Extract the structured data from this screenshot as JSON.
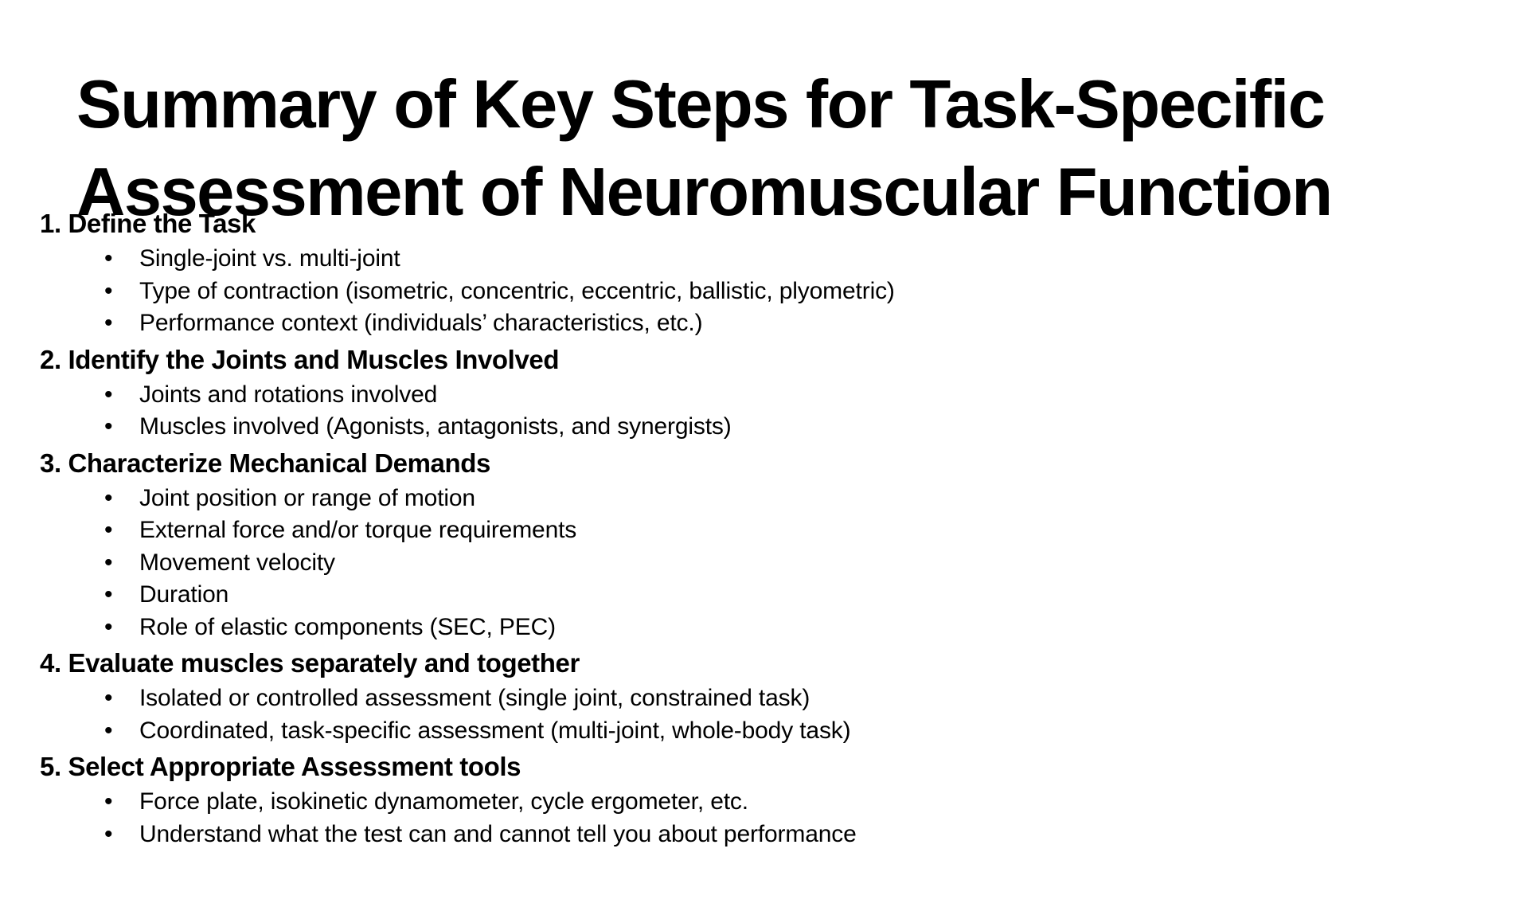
{
  "document": {
    "title": "Summary of Key Steps for Task-Specific Assessment of Neuromuscular Function",
    "background_color": "#ffffff",
    "text_color": "#000000",
    "bullet_glyph": "•"
  },
  "sections": [
    {
      "heading": "1. Define the Task",
      "bullets": [
        "Single-joint vs. multi-joint",
        "Type of contraction (isometric, concentric, eccentric, ballistic, plyometric)",
        "Performance context (individuals’ characteristics, etc.)"
      ]
    },
    {
      "heading": "2. Identify the Joints and Muscles Involved",
      "bullets": [
        "Joints and rotations involved",
        "Muscles involved (Agonists, antagonists, and synergists)"
      ]
    },
    {
      "heading": "3. Characterize Mechanical Demands",
      "bullets": [
        "Joint position or range of motion",
        "External force and/or torque requirements",
        "Movement velocity",
        "Duration",
        "Role of elastic components (SEC, PEC)"
      ]
    },
    {
      "heading": "4. Evaluate muscles separately and together",
      "bullets": [
        "Isolated or controlled assessment (single joint, constrained task)",
        "Coordinated, task-specific assessment (multi-joint, whole-body task)"
      ]
    },
    {
      "heading": "5. Select Appropriate Assessment tools",
      "bullets": [
        "Force plate, isokinetic dynamometer, cycle ergometer, etc.",
        "Understand what the test can and cannot tell you about performance"
      ]
    }
  ]
}
